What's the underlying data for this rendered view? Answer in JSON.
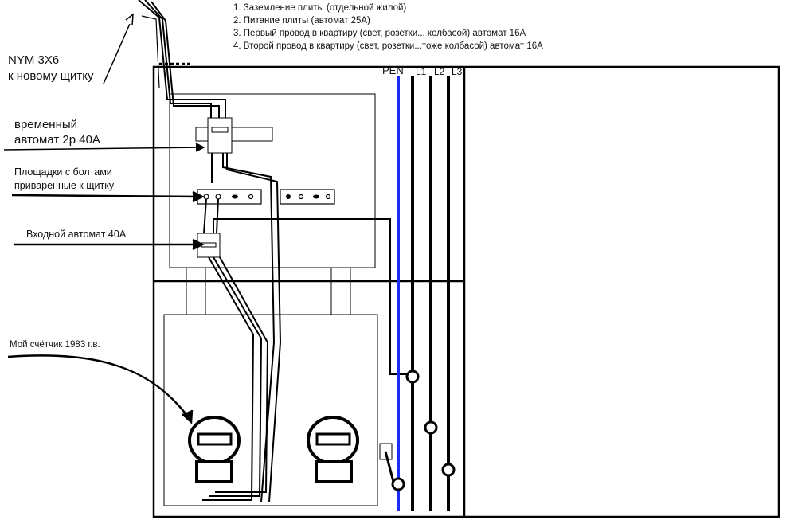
{
  "notes": [
    "1. Заземление плиты (отдельной жилой)",
    "2. Питание плиты (автомат 25А)",
    "3. Первый провод в квартиру (свет, розетки... колбасой) автомат 16А",
    "4. Второй провод в квартиру (свет, розетки...тоже колбасой) автомат 16А"
  ],
  "labels": {
    "cable_line1": "NYM 3X6",
    "cable_line2": "к новому щитку",
    "temp_breaker_line1": "временный",
    "temp_breaker_line2": "автомат 2р 40А",
    "pads_line1": "Площадки с болтами",
    "pads_line2": "приваренные к щитку",
    "input_breaker": "Входной автомат 40А",
    "meter": "Мой счётчик 1983 г.в."
  },
  "busbars": {
    "pen": "PEN",
    "l1": "L1",
    "l2": "L2",
    "l3": "L3"
  },
  "colors": {
    "pen_bus": "#1a2cff",
    "wire": "#000000",
    "background": "#ffffff"
  }
}
